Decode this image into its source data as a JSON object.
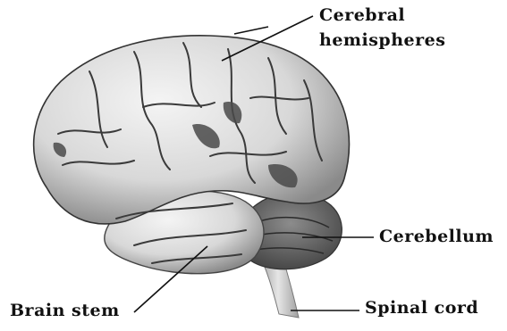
{
  "labels": {
    "cerebral_line1": "Cerebral",
    "cerebral_line2": "hemispheres",
    "cerebellum": "Cerebellum",
    "brain_stem": "Brain stem",
    "spinal_cord": "Spinal cord"
  },
  "colors": {
    "cortex": "#e2e2e2",
    "shadow": "#4a4a4a",
    "cerebellum": "#6b6b6b",
    "stem": "#c8c8c8",
    "line": "#111111"
  }
}
